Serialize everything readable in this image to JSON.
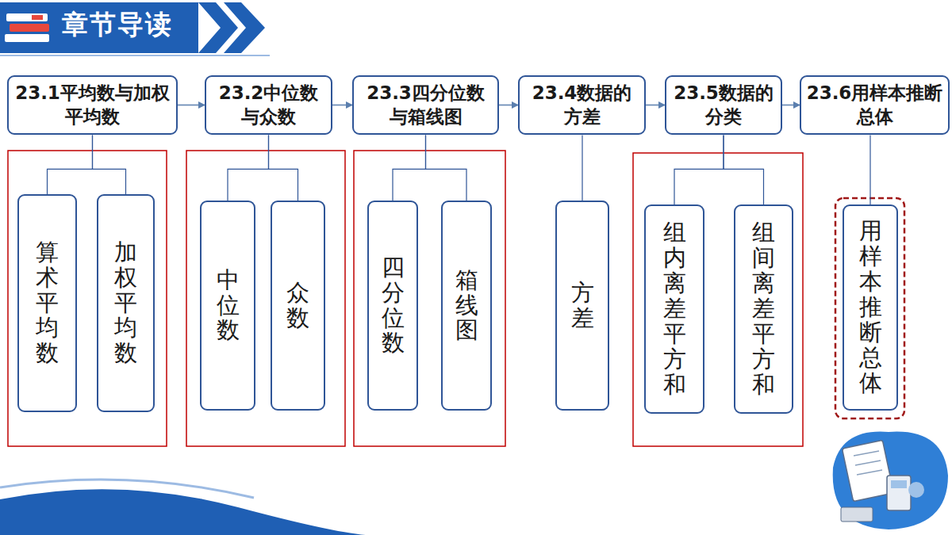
{
  "diagram": {
    "title": "章节导读",
    "nodes": [
      {
        "text": [
          "23.1平均数与加权平均数"
        ]
      },
      {
        "text": [
          "23.2中位数与众数"
        ]
      },
      {
        "text": [
          "23.3四分位数与箱线图"
        ]
      },
      {
        "text": [
          "23.4数据的方差"
        ]
      },
      {
        "text": [
          "23.5数据的分类"
        ]
      },
      {
        "text": [
          "23.6用样本推断总体"
        ]
      },
      {
        "text": [
          "算术平均数"
        ]
      },
      {
        "text": [
          "加权平均数"
        ]
      },
      {
        "text": [
          "中位数"
        ]
      },
      {
        "text": [
          "众数"
        ]
      },
      {
        "text": [
          "四分位数"
        ]
      },
      {
        "text": [
          "箱线图"
        ]
      },
      {
        "text": [
          "方差"
        ]
      },
      {
        "text": [
          "组内离差平方和"
        ]
      },
      {
        "text": [
          "组间离差平方和"
        ]
      },
      {
        "text": [
          "用样本推断总体"
        ]
      }
    ],
    "edges": [
      {
        "from": 0,
        "to": 1,
        "arrow": "to"
      },
      {
        "from": 1,
        "to": 2,
        "arrow": "to"
      },
      {
        "from": 2,
        "to": 3,
        "arrow": "to"
      },
      {
        "from": 3,
        "to": 4,
        "arrow": "to"
      },
      {
        "from": 4,
        "to": 5,
        "arrow": "to"
      },
      {
        "from": 0,
        "to": 6,
        "arrow": "none"
      },
      {
        "from": 0,
        "to": 7,
        "arrow": "none"
      },
      {
        "from": 1,
        "to": 8,
        "arrow": "none"
      },
      {
        "from": 1,
        "to": 9,
        "arrow": "none"
      },
      {
        "from": 2,
        "to": 10,
        "arrow": "none"
      },
      {
        "from": 2,
        "to": 11,
        "arrow": "none"
      },
      {
        "from": 3,
        "to": 12,
        "arrow": "none"
      },
      {
        "from": 4,
        "to": 13,
        "arrow": "none"
      },
      {
        "from": 4,
        "to": 14,
        "arrow": "none"
      },
      {
        "from": 5,
        "to": 15,
        "arrow": "none"
      }
    ]
  }
}
